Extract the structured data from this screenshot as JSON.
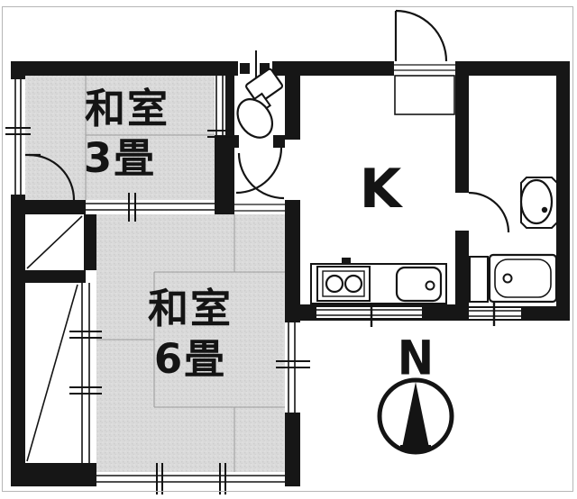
{
  "theme": {
    "paper": "#ffffff",
    "wall": "#161616",
    "ink": "#141414",
    "tatami": "#d9d9d9",
    "tatami-line": "#9b9b9b",
    "frame": "#b6b6b6"
  },
  "plan": {
    "type": "apartment-floor-plan",
    "rooms": [
      {
        "name": "和室",
        "size": "3畳"
      },
      {
        "name": "和室",
        "size": "6畳"
      },
      {
        "label": "K"
      }
    ],
    "compass": {
      "label": "N"
    },
    "fixtures": {
      "toilet": "toilet",
      "stove": "two-burner-stove",
      "kitchen_sink": "kitchen-sink",
      "washbasin": "washbasin",
      "bathtub": "bathtub"
    }
  }
}
